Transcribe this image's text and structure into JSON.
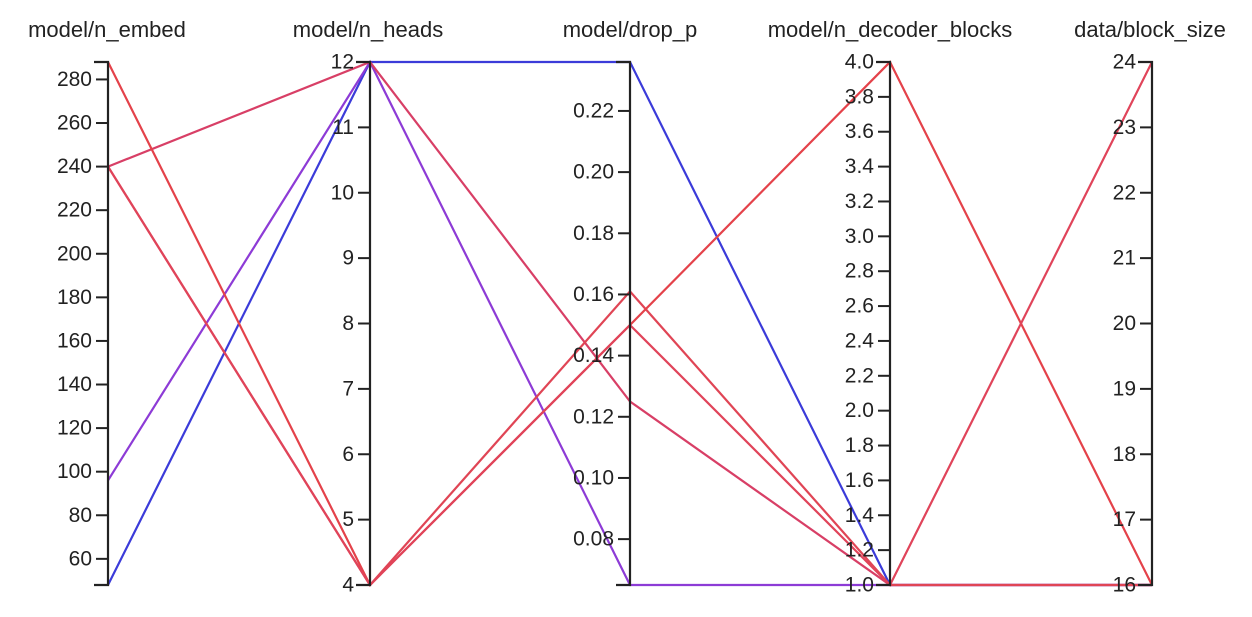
{
  "chart_data": {
    "type": "parallel_coordinates",
    "axes": [
      {
        "key": "n_embed",
        "label": "model/n_embed",
        "range": [
          48,
          288
        ],
        "ticks": [
          60,
          80,
          100,
          120,
          140,
          160,
          180,
          200,
          220,
          240,
          260,
          280
        ],
        "tick_labels": [
          "60",
          "80",
          "100",
          "120",
          "140",
          "160",
          "180",
          "200",
          "220",
          "240",
          "260",
          "280"
        ]
      },
      {
        "key": "n_heads",
        "label": "model/n_heads",
        "range": [
          4,
          12
        ],
        "ticks": [
          4,
          5,
          6,
          7,
          8,
          9,
          10,
          11,
          12
        ],
        "tick_labels": [
          "4",
          "5",
          "6",
          "7",
          "8",
          "9",
          "10",
          "11",
          "12"
        ]
      },
      {
        "key": "drop_p",
        "label": "model/drop_p",
        "range": [
          0.065,
          0.236
        ],
        "ticks": [
          0.08,
          0.1,
          0.12,
          0.14,
          0.16,
          0.18,
          0.2,
          0.22
        ],
        "tick_labels": [
          "0.08",
          "0.10",
          "0.12",
          "0.14",
          "0.16",
          "0.18",
          "0.20",
          "0.22"
        ]
      },
      {
        "key": "n_decoder_blocks",
        "label": "model/n_decoder_blocks",
        "range": [
          1.0,
          4.0
        ],
        "ticks": [
          1.0,
          1.2,
          1.4,
          1.6,
          1.8,
          2.0,
          2.2,
          2.4,
          2.6,
          2.8,
          3.0,
          3.2,
          3.4,
          3.6,
          3.8,
          4.0
        ],
        "tick_labels": [
          "1.0",
          "1.2",
          "1.4",
          "1.6",
          "1.8",
          "2.0",
          "2.2",
          "2.4",
          "2.6",
          "2.8",
          "3.0",
          "3.2",
          "3.4",
          "3.6",
          "3.8",
          "4.0"
        ]
      },
      {
        "key": "block_size",
        "label": "data/block_size",
        "range": [
          16,
          24
        ],
        "ticks": [
          16,
          17,
          18,
          19,
          20,
          21,
          22,
          23,
          24
        ],
        "tick_labels": [
          "16",
          "17",
          "18",
          "19",
          "20",
          "21",
          "22",
          "23",
          "24"
        ]
      }
    ],
    "runs": [
      {
        "color": "#3b3bd9",
        "values": [
          48,
          12,
          0.236,
          1.0,
          16
        ]
      },
      {
        "color": "#8d3bd6",
        "values": [
          96,
          12,
          0.065,
          1.0,
          16
        ]
      },
      {
        "color": "#d83f66",
        "values": [
          240,
          12,
          0.125,
          1.0,
          16
        ]
      },
      {
        "color": "#e04555",
        "values": [
          240,
          4,
          0.161,
          1.0,
          16
        ]
      },
      {
        "color": "#e4424a",
        "values": [
          288,
          4,
          0.15,
          4.0,
          16
        ]
      },
      {
        "color": "#e0445a",
        "values": [
          240,
          4,
          0.15,
          1.0,
          24
        ]
      }
    ]
  }
}
